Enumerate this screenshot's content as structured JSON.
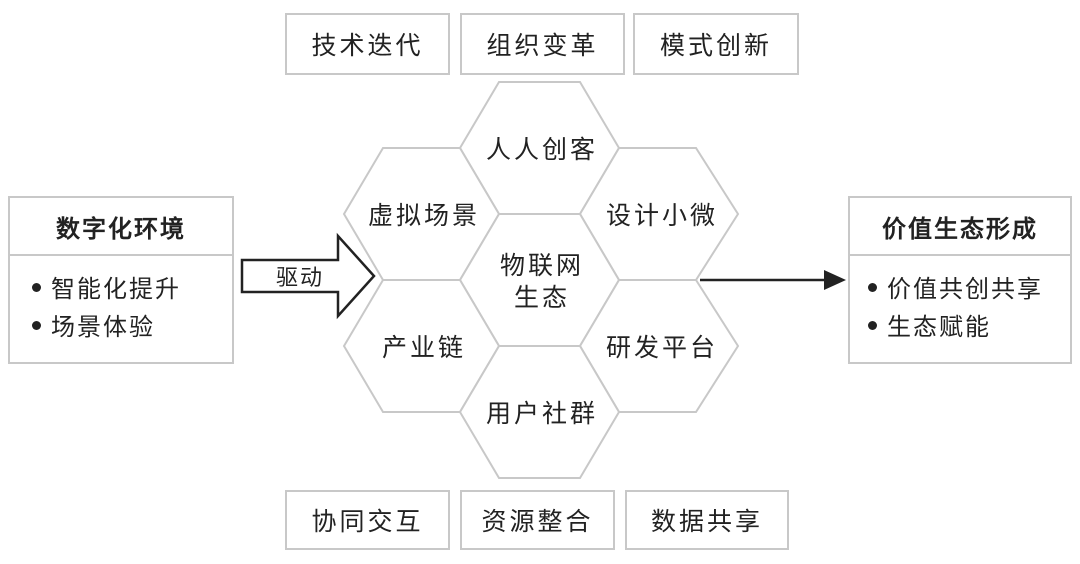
{
  "top_tags": [
    "技术迭代",
    "组织变革",
    "模式创新"
  ],
  "bottom_tags": [
    "协同交互",
    "资源整合",
    "数据共享"
  ],
  "left_box": {
    "title": "数字化环境",
    "items": [
      "智能化提升",
      "场景体验"
    ]
  },
  "drive_label": "驱动",
  "right_box": {
    "title": "价值生态形成",
    "items": [
      "价值共创共享",
      "生态赋能"
    ]
  },
  "hexagons": {
    "top": "人人创客",
    "upper_left": "虚拟场景",
    "upper_right": "设计小微",
    "center_line1": "物联网",
    "center_line2": "生态",
    "lower_left": "产业链",
    "lower_right": "研发平台",
    "bottom": "用户社群"
  },
  "colors": {
    "border": "#c8c8c8",
    "text": "#222222",
    "arrow": "#222222"
  }
}
